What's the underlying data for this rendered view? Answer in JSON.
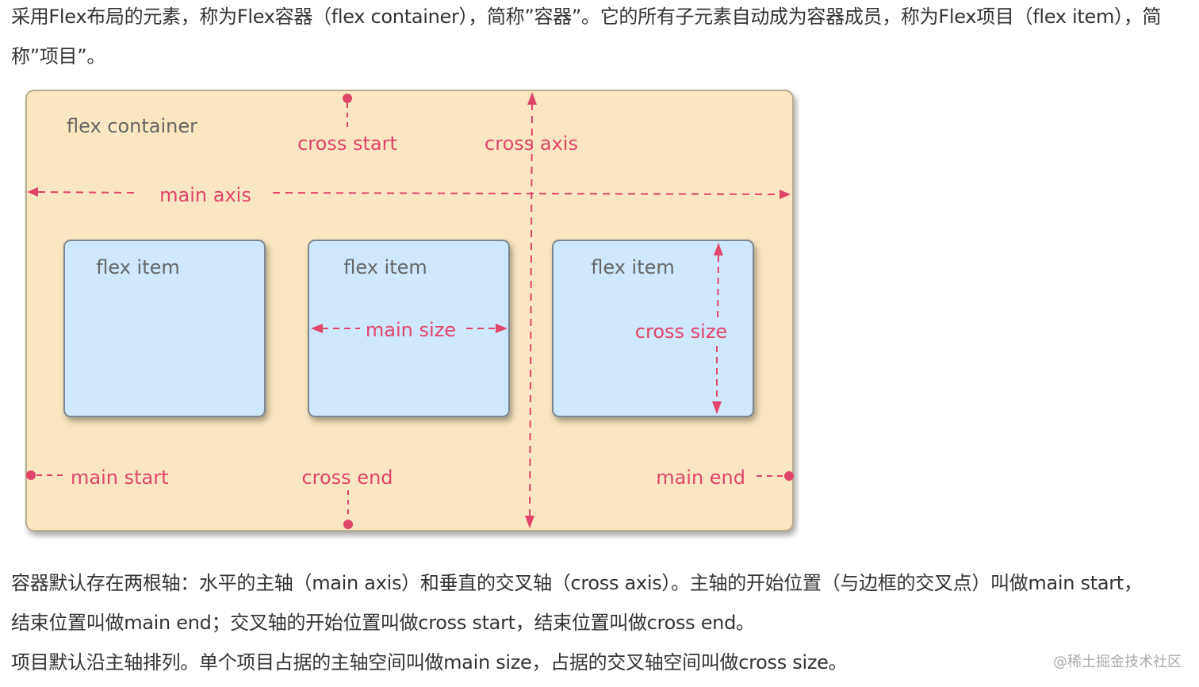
{
  "article": {
    "intro": "采用Flex布局的元素，称为Flex容器（flex container），简称”容器”。它的所有子元素自动成为容器成员，称为Flex项目（flex item），简称”项目”。",
    "axes_paragraph_line1": "容器默认存在两根轴：水平的主轴（main axis）和垂直的交叉轴（cross axis）。主轴的开始位置（与边框的交叉点）叫做main start，",
    "axes_paragraph_line2": "结束位置叫做main end；交叉轴的开始位置叫做cross start，结束位置叫做cross end。",
    "items_paragraph": "项目默认沿主轴排列。单个项目占据的主轴空间叫做main size，占据的交叉轴空间叫做cross size。"
  },
  "watermark": "@稀土掘金技术社区",
  "diagram": {
    "container_label": "flex container",
    "item_label_1": "flex item",
    "item_label_2": "flex item",
    "item_label_3": "flex item",
    "main_axis": "main axis",
    "cross_axis": "cross axis",
    "cross_start": "cross start",
    "cross_end": "cross end",
    "main_start": "main start",
    "main_end": "main end",
    "main_size": "main size",
    "cross_size": "cross size",
    "colors": {
      "container_fill": "#fae7c1",
      "container_border": "#b9ab8d",
      "item_fill": "#cfe7fb",
      "item_border": "#7b8794",
      "accent": "#e0466a",
      "label_gray": "#666666"
    }
  }
}
